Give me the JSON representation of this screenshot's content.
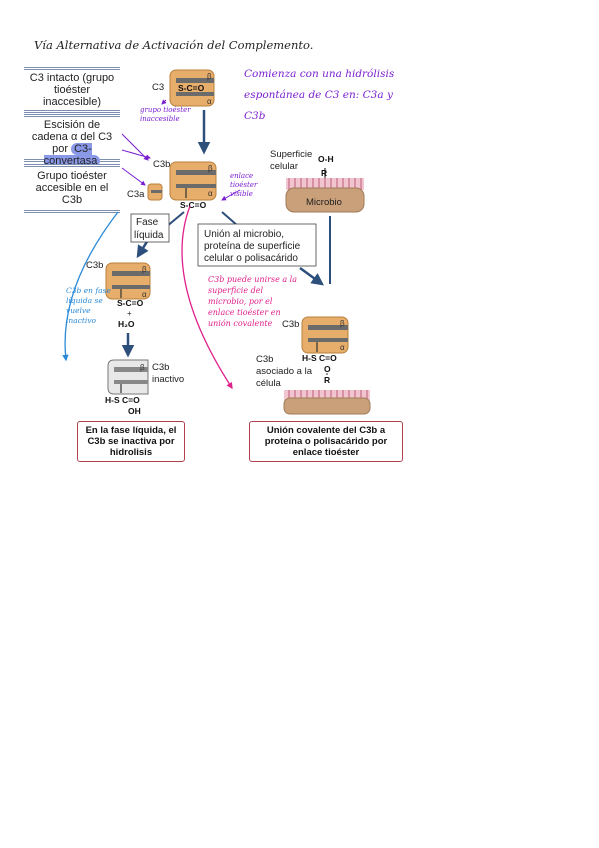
{
  "title": "Vía Alternativa de Activación del Complemento.",
  "steps": {
    "step1": "C3 intacto (grupo tioéster inaccesible)",
    "step2_a": "Escisión de cadena α del C3",
    "step2_b": "por",
    "step2_highlight": "C3-convertasa",
    "step3": "Grupo tioéster accesible en el C3b"
  },
  "labels": {
    "c3": "C3",
    "sco": "S-C=O",
    "beta": "β",
    "alpha": "α",
    "c3b": "C3b",
    "c3a": "C3a",
    "fase_liquida": "Fase líquida",
    "union_microbio": "Unión al microbio, proteína de superficie celular o polisacárido",
    "superficie_celular": "Superficie celular",
    "oh": "O-H",
    "r": "R",
    "microbio": "Microbio",
    "plus": "+",
    "h2o": "H₂O",
    "c3b_inactivo": "C3b inactivo",
    "hs": "H-S",
    "co": "C=O",
    "o": "O",
    "c3b_asociado": "C3b asociado a la célula"
  },
  "handwritten": {
    "purple_note": "Comienza con una hidrólisis espontánea de C3 en: C3a y C3b",
    "grupo_tioester": "grupo tioéster inaccesible",
    "enlace_tioester": "enlace tioéster visible",
    "blue_note": "C3b en fase líquida se vuelve inactivo",
    "pink_note": "C3b puede unirse a la superficie del microbio, por el enlace tioéster en unión covalente"
  },
  "results": {
    "left": "En la fase líquida, el C3b se inactiva por hidrolisis",
    "right": "Unión covalente del C3b a proteína o polisacárido por enlace tioéster"
  },
  "colors": {
    "protein": "#e7ad6a",
    "purple_ink": "#7a1fd0",
    "blue_ink": "#2a8ad8",
    "pink_ink": "#e0208a",
    "arrow": "#2d4f7c"
  }
}
